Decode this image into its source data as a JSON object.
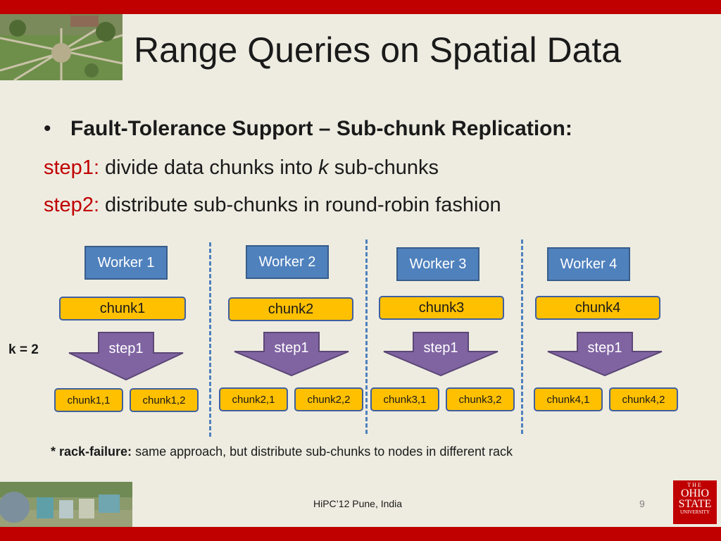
{
  "slide": {
    "title": "Range Queries on Spatial Data",
    "bullet_symbol": "•",
    "bullet_text": "Fault-Tolerance Support – Sub-chunk Replication:",
    "step1_label": "step1:",
    "step1_pre": " divide data chunks into ",
    "step1_k": "k",
    "step1_post": " sub-chunks",
    "step2_label": "step2:",
    "step2_text": " distribute sub-chunks in round-robin fashion"
  },
  "diagram": {
    "k_label": "k = 2",
    "arrow_label": "step1",
    "workers": [
      {
        "name": "Worker 1",
        "chunk": "chunk1",
        "subchunks": [
          "chunk1,1",
          "chunk1,2"
        ]
      },
      {
        "name": "Worker 2",
        "chunk": "chunk2",
        "subchunks": [
          "chunk2,1",
          "chunk2,2"
        ]
      },
      {
        "name": "Worker 3",
        "chunk": "chunk3",
        "subchunks": [
          "chunk3,1",
          "chunk3,2"
        ]
      },
      {
        "name": "Worker 4",
        "chunk": "chunk4",
        "subchunks": [
          "chunk4,1",
          "chunk4,2"
        ]
      }
    ]
  },
  "footnote": {
    "bold": "* rack-failure:",
    "text": " same approach, but distribute sub-chunks to nodes in different rack"
  },
  "footer": {
    "text": "HiPC’12 Pune, India",
    "page_number": "9"
  },
  "logo": {
    "line1": "THE",
    "line2": "OHIO",
    "line3": "STATE",
    "line4": "UNIVERSITY"
  },
  "colors": {
    "accent_red": "#c00000",
    "worker_blue": "#4f81bd",
    "chunk_orange": "#ffc000",
    "arrow_purple": "#8064a2",
    "background": "#eeece1"
  }
}
